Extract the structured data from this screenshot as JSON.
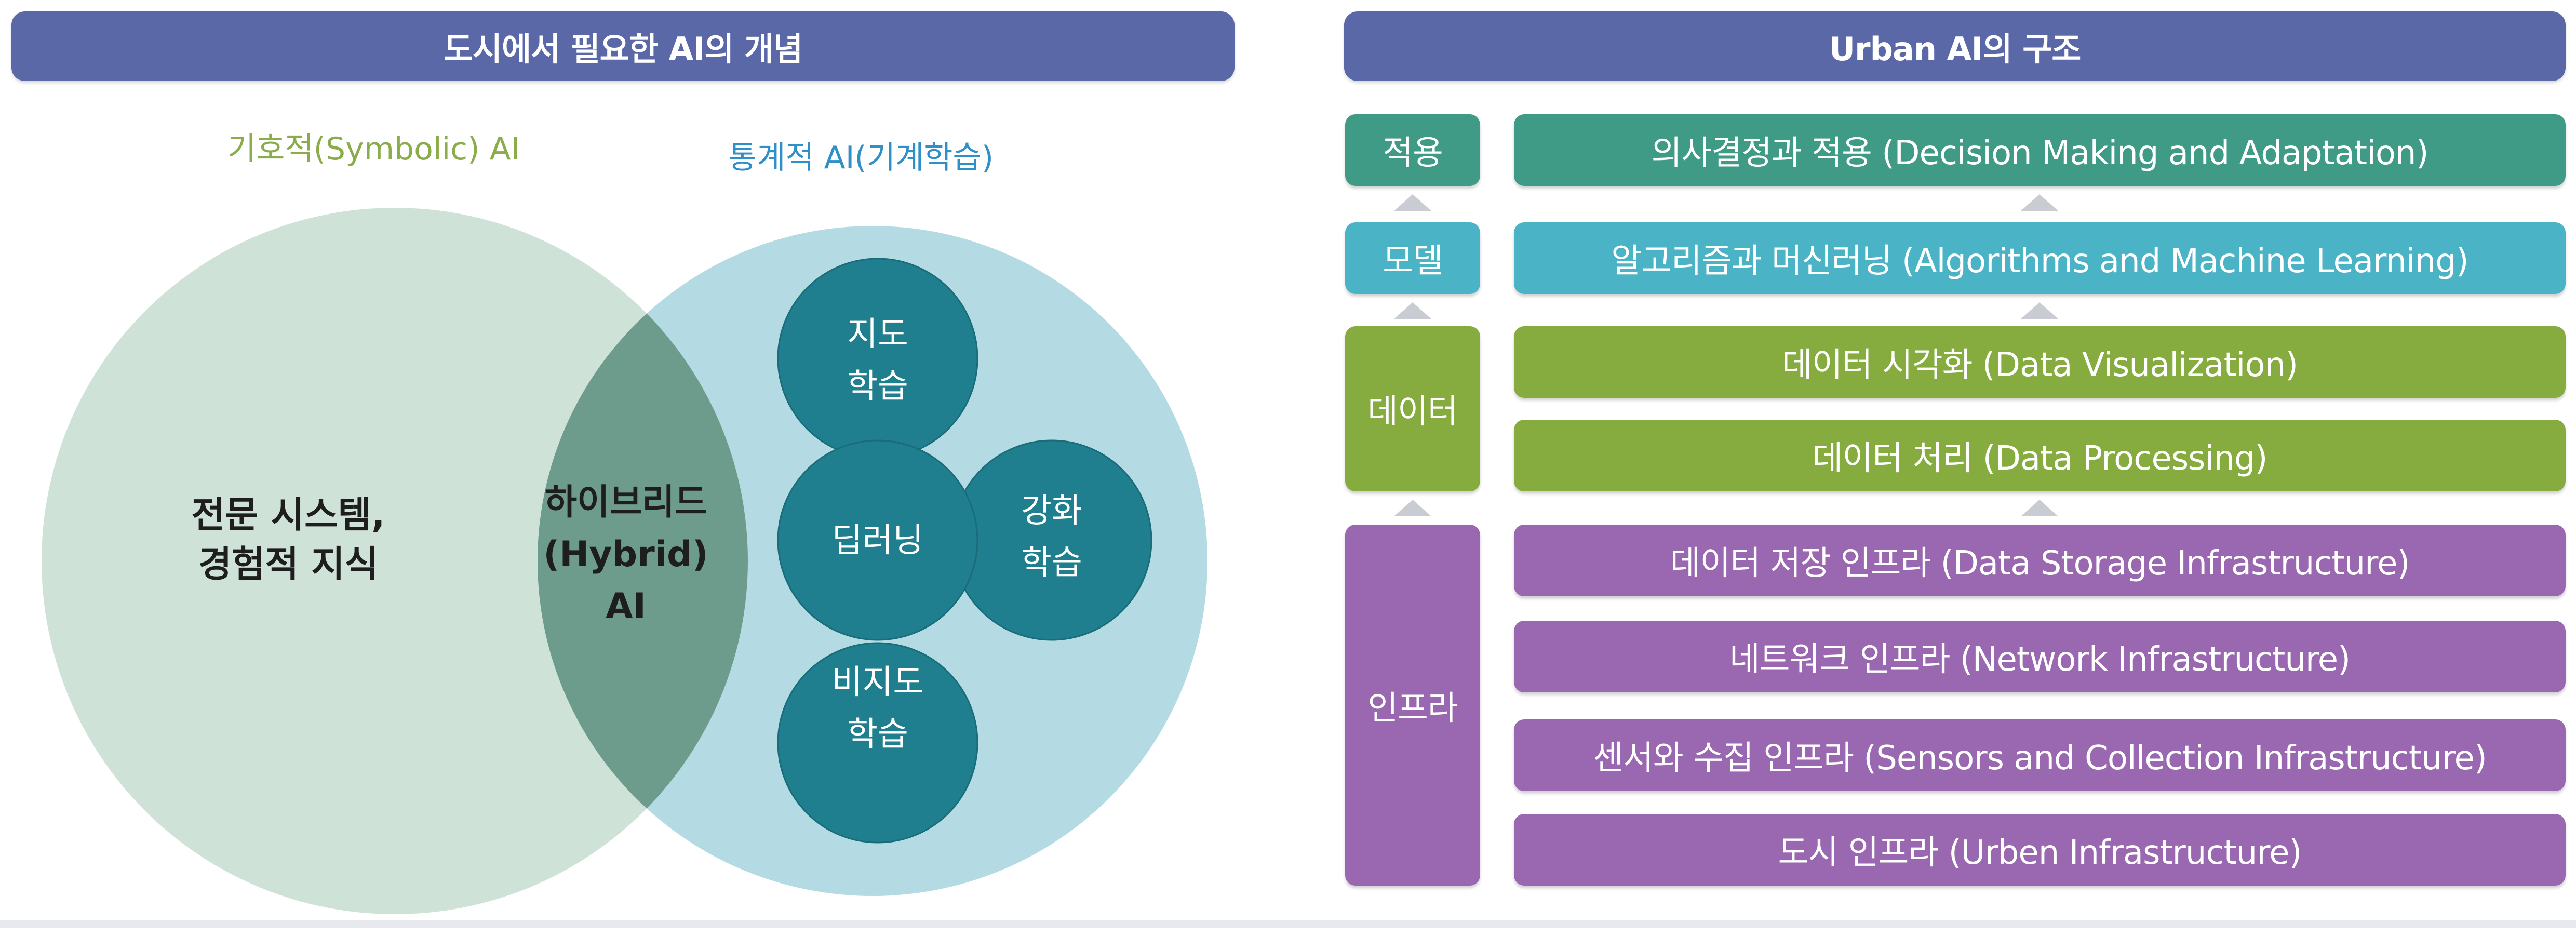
{
  "left_panel": {
    "title": "도시에서 필요한 AI의 개념",
    "symbolic_label": "기호적(Symbolic) AI",
    "statistical_label": "통계적 AI(기계학습)",
    "symbolic_content": [
      "전문 시스템,",
      "경험적 지식"
    ],
    "hybrid_content": [
      "하이브리드",
      "(Hybrid)",
      "AI"
    ],
    "circles": [
      {
        "lines": [
          "지도",
          "학습"
        ]
      },
      {
        "lines": [
          "딥러닝"
        ]
      },
      {
        "lines": [
          "강화",
          "학습"
        ]
      },
      {
        "lines": [
          "비지도",
          "학습"
        ]
      }
    ],
    "colors": {
      "symbolic_circle": "#cfe2d7",
      "statistical_circle": "#b4dbe3",
      "overlap": "#6d9b8c",
      "inner_circle": "#1f7f8e",
      "symbolic_label": "#8aac4a",
      "statistical_label": "#2f8fc7"
    }
  },
  "right_panel": {
    "title": "Urban AI의 구조",
    "layers": [
      {
        "label": "적용",
        "color": "#3f9b86",
        "rows": [
          "의사결정과 적용 (Decision Making and Adaptation)"
        ]
      },
      {
        "label": "모델",
        "color": "#4bb3c6",
        "rows": [
          "알고리즘과 머신러닝 (Algorithms and Machine Learning)"
        ]
      },
      {
        "label": "데이터",
        "color": "#86ab3f",
        "rows": [
          "데이터 시각화 (Data Visualization)",
          "데이터 처리 (Data Processing)"
        ]
      },
      {
        "label": "인프라",
        "color": "#9a68b0",
        "rows": [
          "데이터 저장 인프라 (Data Storage Infrastructure)",
          "네트워크 인프라 (Network Infrastructure)",
          "센서와 수집 인프라 (Sensors and Collection Infrastructure)",
          "도시 인프라 (Urben Infrastructure)"
        ]
      }
    ]
  },
  "colors": {
    "header": "#5b68a8",
    "arrow": "#c9ccd3"
  }
}
